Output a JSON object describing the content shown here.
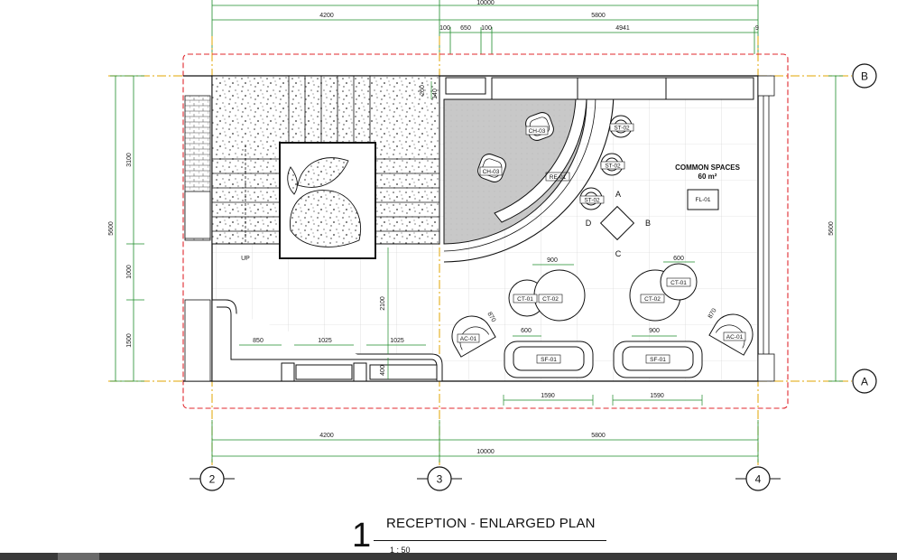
{
  "dimensions": {
    "top_total": "10000",
    "top_left": "4200",
    "top_right": "5800",
    "top_sub_a": "100",
    "top_sub_b": "650",
    "top_sub_c": "100",
    "top_sub_d": "4941",
    "top_sub_e": "9",
    "left_upper": "3100",
    "left_total": "5600",
    "left_middle": "1000",
    "left_lower": "1500",
    "right_total": "5600",
    "bottom_left": "4200",
    "bottom_right": "5800",
    "bottom_total": "10000",
    "bench_a": "850",
    "bench_b": "1025",
    "bench_c": "1025",
    "vertical_a": "2100",
    "vertical_b": "400",
    "small_a": "260",
    "small_b": "140",
    "table_a_width": "900",
    "table_b_width": "600",
    "table_c_width": "600",
    "table_d_width": "900",
    "chair_a": "870",
    "chair_b": "870",
    "sofa_a": "1590",
    "sofa_b": "1590"
  },
  "grid": {
    "row_b": "B",
    "row_a": "A",
    "col_2": "2",
    "col_3": "3",
    "col_4": "4"
  },
  "furniture": {
    "ch03_a": "CH-03",
    "ch03_b": "CH-03",
    "re01": "RE-01",
    "st02_a": "ST-02",
    "st02_b": "ST-02",
    "st02_c": "ST-02",
    "fl01": "FL-01",
    "ct01_a": "CT-01",
    "ct02_a": "CT-02",
    "ct02_b": "CT-02",
    "ct01_b": "CT-01",
    "ac01_a": "AC-01",
    "ac01_b": "AC-01",
    "sf01_a": "SF-01",
    "sf01_b": "SF-01"
  },
  "letters": {
    "a": "A",
    "b": "B",
    "c": "C",
    "d": "D"
  },
  "stair_up": "UP",
  "space": {
    "name": "COMMON SPACES",
    "area": "60 m²"
  },
  "title": {
    "number": "1",
    "text": "RECEPTION - ENLARGED PLAN",
    "scale": "1 : 50"
  },
  "colors": {
    "line": "#111111",
    "dim_green": "#1e8c2a",
    "grid_yellow": "#e0a400",
    "boundary_red": "#e0282e",
    "floor_grey": "#c9c9c9"
  }
}
